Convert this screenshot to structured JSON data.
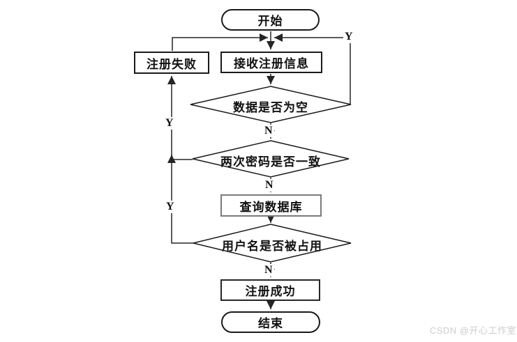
{
  "flowchart": {
    "title_hint": "user registration flowchart",
    "nodes": {
      "start": {
        "label": "开始",
        "type": "terminator"
      },
      "receive": {
        "label": "接收注册信息",
        "type": "process"
      },
      "fail": {
        "label": "注册失败",
        "type": "process"
      },
      "check_empty": {
        "label": "数据是否为空",
        "type": "decision"
      },
      "check_password": {
        "label": "两次密码是否一致",
        "type": "decision"
      },
      "query_db": {
        "label": "查询数据库",
        "type": "process"
      },
      "check_username": {
        "label": "用户名是否被占用",
        "type": "decision"
      },
      "success": {
        "label": "注册成功",
        "type": "process"
      },
      "end": {
        "label": "结束",
        "type": "terminator"
      }
    },
    "edges": [
      {
        "from": "start",
        "to": "receive",
        "label": ""
      },
      {
        "from": "receive",
        "to": "check_empty",
        "label": ""
      },
      {
        "from": "check_empty",
        "to": "receive",
        "label": "Y"
      },
      {
        "from": "check_empty",
        "to": "check_password",
        "label": "N"
      },
      {
        "from": "check_password",
        "to": "fail",
        "label": "Y"
      },
      {
        "from": "check_password",
        "to": "query_db",
        "label": "N"
      },
      {
        "from": "query_db",
        "to": "check_username",
        "label": ""
      },
      {
        "from": "check_username",
        "to": "fail",
        "label": "Y"
      },
      {
        "from": "check_username",
        "to": "success",
        "label": "N"
      },
      {
        "from": "success",
        "to": "end",
        "label": ""
      },
      {
        "from": "fail",
        "to": "receive",
        "label": ""
      }
    ],
    "branch_labels": {
      "empty_yes": "Y",
      "empty_no": "N",
      "password_yes": "Y",
      "password_no": "N",
      "username_yes": "Y",
      "username_no": "N"
    },
    "colors": {
      "line": "#262626",
      "box_border": "#1a1a1a",
      "query_box_border": "#7a7a7a",
      "text": "#111111",
      "background": "#ffffff"
    }
  },
  "watermark": {
    "text": "CSDN @开心工作室",
    "color": "#cdcdcd"
  }
}
